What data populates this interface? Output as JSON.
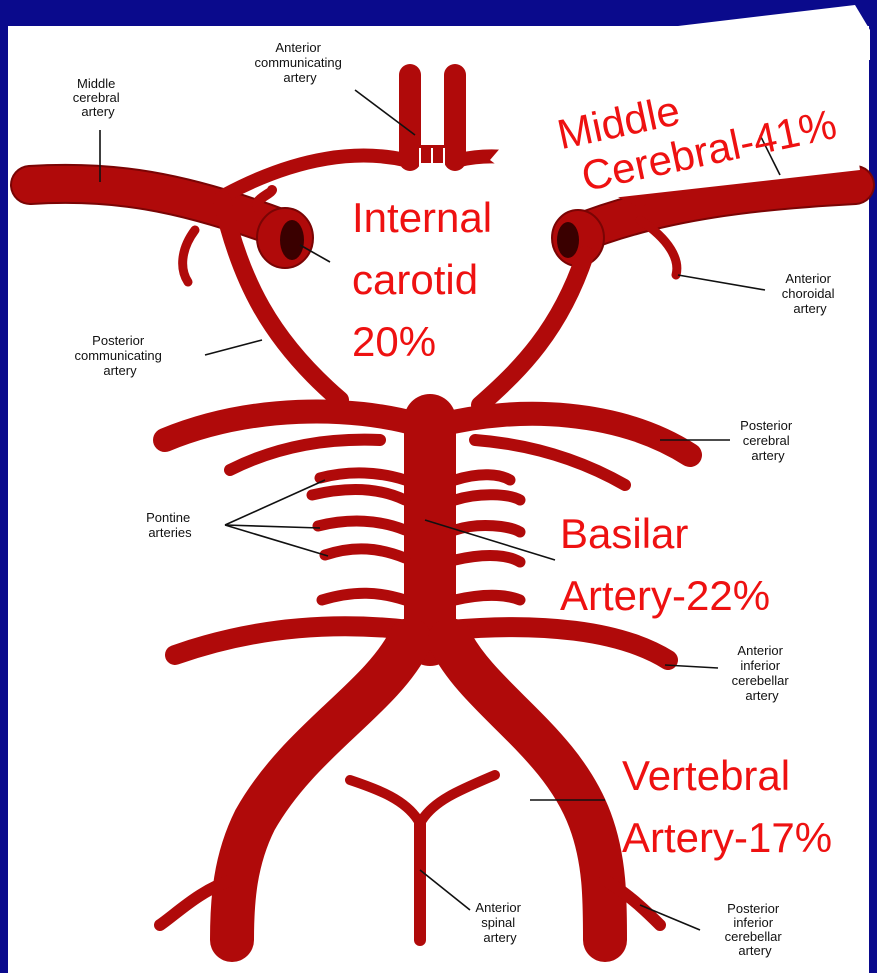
{
  "diagram": {
    "labels": {
      "anterior_communicating": [
        "Anterior",
        "communicating",
        "artery"
      ],
      "middle_cerebral": [
        "Middle",
        "cerebral",
        "artery"
      ],
      "posterior_communicating": [
        "Posterior",
        "communicating",
        "artery"
      ],
      "anterior_choroidal": [
        "Anterior",
        "choroidal",
        "artery"
      ],
      "posterior_cerebral": [
        "Posterior",
        "cerebral",
        "artery"
      ],
      "pontine": [
        "Pontine",
        "arteries"
      ],
      "anterior_inferior_cerebellar": [
        "Anterior",
        "inferior",
        "cerebellar",
        "artery"
      ],
      "anterior_spinal": [
        "Anterior",
        "spinal",
        "artery"
      ],
      "posterior_inferior_cerebellar": [
        "Posterior",
        "inferior",
        "cerebellar",
        "artery"
      ]
    },
    "callouts": {
      "middle_cerebral": [
        "Middle",
        "Cerebral-41%"
      ],
      "internal_carotid": [
        "Internal",
        "carotid",
        "20%"
      ],
      "basilar": [
        "Basilar",
        "Artery-22%"
      ],
      "vertebral": [
        "Vertebral",
        "Artery-17%"
      ]
    },
    "colors": {
      "artery": "#b00a0a",
      "artery_dark": "#7a0404",
      "callout_text": "#ee1111",
      "background": "#0a0a8c",
      "panel": "#ffffff"
    }
  }
}
